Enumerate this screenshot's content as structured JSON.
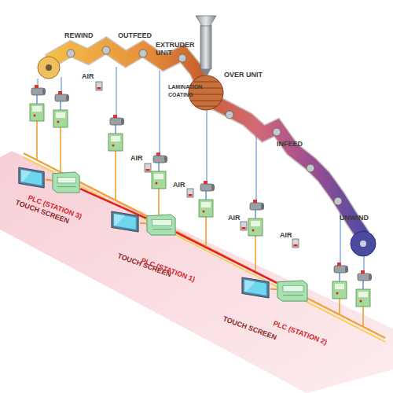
{
  "diagram": {
    "nodes": [
      {
        "text": [
          "TOUCH SCREEN"
        ]
      },
      {
        "text": [
          "PLC (STATION 3)"
        ]
      },
      {
        "text": [
          "TOUCH SCREEN"
        ]
      },
      {
        "text": [
          "PLC (STATION 1)"
        ]
      },
      {
        "text": [
          "TOUCH SCREEN"
        ]
      },
      {
        "text": [
          "PLC (STATION 2)"
        ]
      }
    ],
    "edges": [
      {
        "from": 0,
        "to": 1,
        "arrow": "none"
      },
      {
        "from": 2,
        "to": 3,
        "arrow": "none"
      },
      {
        "from": 4,
        "to": 5,
        "arrow": "none"
      },
      {
        "from": 1,
        "to": 3,
        "arrow": "none"
      },
      {
        "from": 3,
        "to": 5,
        "arrow": "none"
      }
    ],
    "labels": [
      "REWIND",
      "OUTFEED",
      "EXTRUDER UNIT",
      "OVER UNIT",
      "LAMINATION COATING",
      "INFEED",
      "UNWIND",
      "AIR",
      "AIR",
      "AIR",
      "AIR",
      "AIR"
    ]
  }
}
